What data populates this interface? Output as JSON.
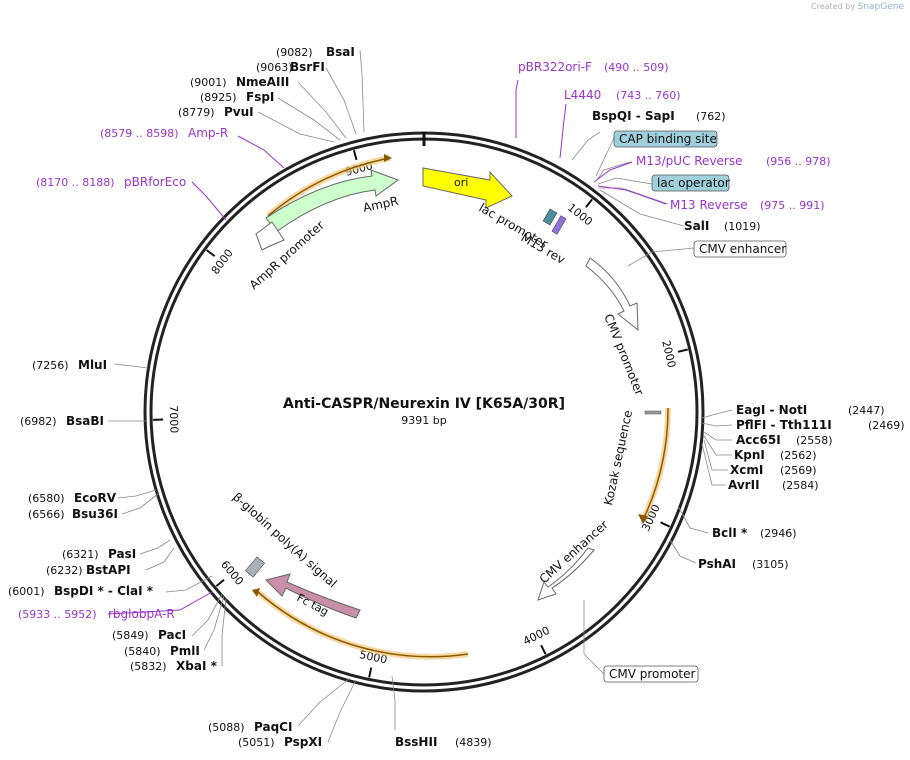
{
  "credit": {
    "prefix": "Created by",
    "brand": "SnapGene"
  },
  "plasmid": {
    "name": "Anti-CASPR/Neurexin IV [K65A/30R]",
    "size_label": "9391 bp",
    "length": 9391
  },
  "ticks": [
    {
      "pos": 1000,
      "label": "1000"
    },
    {
      "pos": 2000,
      "label": "2000"
    },
    {
      "pos": 3000,
      "label": "3000"
    },
    {
      "pos": 4000,
      "label": "4000"
    },
    {
      "pos": 5000,
      "label": "5000"
    },
    {
      "pos": 6000,
      "label": "6000"
    },
    {
      "pos": 7000,
      "label": "7000"
    },
    {
      "pos": 8000,
      "label": "8000"
    },
    {
      "pos": 9000,
      "label": "9000"
    }
  ],
  "features": [
    {
      "name": "ori",
      "label": "ori",
      "color": "#ffff00"
    },
    {
      "name": "AmpR",
      "label": "AmpR",
      "color": "#ccffcc"
    },
    {
      "name": "AmpR promoter",
      "label": "AmpR promoter",
      "color": "#ffffff"
    },
    {
      "name": "lac promoter",
      "label": "lac promoter",
      "color": "#ffffff"
    },
    {
      "name": "M13 rev",
      "label": "M13 rev",
      "color": "#9370db"
    },
    {
      "name": "CMV promoter",
      "label": "CMV promoter",
      "color": "#ffffff"
    },
    {
      "name": "Kozak sequence",
      "label": "Kozak sequence",
      "color": "#999999"
    },
    {
      "name": "CMV enhancer",
      "label": "CMV enhancer",
      "color": "#ffffff"
    },
    {
      "name": "β-globin poly(A) signal",
      "label": "β-globin poly(A) signal",
      "color": "#999999"
    },
    {
      "name": "Fc tag",
      "label": "Fc tag",
      "color": "#c98fa8"
    }
  ],
  "callouts": {
    "sites_right": [
      {
        "pos": "(762)",
        "name": "BspQI",
        "sep": "-",
        "name2": "SapI"
      },
      {
        "name": "SalI",
        "pos": "(1019)"
      },
      {
        "name": "EagI",
        "sep": "-",
        "name2": "NotI",
        "pos": "(2447)"
      },
      {
        "name": "PflFI",
        "sep": "-",
        "name2": "Tth111I",
        "pos": "(2469)"
      },
      {
        "name": "Acc65I",
        "pos": "(2558)"
      },
      {
        "name": "KpnI",
        "pos": "(2562)"
      },
      {
        "name": "XcmI",
        "pos": "(2569)"
      },
      {
        "name": "AvrII",
        "pos": "(2584)"
      },
      {
        "name": "BclI *",
        "pos": "(2946)"
      },
      {
        "name": "PshAI",
        "pos": "(3105)"
      },
      {
        "name": "BssHII",
        "pos": "(4839)"
      }
    ],
    "sites_left": [
      {
        "pos": "(9082)",
        "name": "BsaI"
      },
      {
        "pos": "(9063)",
        "name": "BsrFI"
      },
      {
        "pos": "(9001)",
        "name": "NmeAIII"
      },
      {
        "pos": "(8925)",
        "name": "FspI"
      },
      {
        "pos": "(8779)",
        "name": "PvuI"
      },
      {
        "pos": "(7256)",
        "name": "MluI"
      },
      {
        "pos": "(6982)",
        "name": "BsaBI"
      },
      {
        "pos": "(6580)",
        "name": "EcoRV"
      },
      {
        "pos": "(6566)",
        "name": "Bsu36I"
      },
      {
        "pos": "(6321)",
        "name": "PasI"
      },
      {
        "pos": "(6232)",
        "name": "BstAPI"
      },
      {
        "pos": "(6001)",
        "name": "BspDI *",
        "sep": "-",
        "name2": "ClaI *"
      },
      {
        "pos": "(5849)",
        "name": "PacI"
      },
      {
        "pos": "(5840)",
        "name": "PmlI"
      },
      {
        "pos": "(5832)",
        "name": "XbaI *"
      },
      {
        "pos": "(5088)",
        "name": "PaqCI"
      },
      {
        "pos": "(5051)",
        "name": "PspXI"
      }
    ],
    "primers": [
      {
        "name": "pBR322ori-F",
        "range": "(490 .. 509)"
      },
      {
        "name": "L4440",
        "range": "(743 .. 760)"
      },
      {
        "name": "M13/pUC Reverse",
        "range": "(956 .. 978)"
      },
      {
        "name": "M13 Reverse",
        "range": "(975 .. 991)"
      },
      {
        "name": "Amp-R",
        "range": "(8579 .. 8598)"
      },
      {
        "name": "pBRforEco",
        "range": "(8170 .. 8188)"
      },
      {
        "name": "rbglobpA-R",
        "range": "(5933 .. 5952)"
      }
    ],
    "boxed": [
      {
        "label": "CAP binding site",
        "style": "teal"
      },
      {
        "label": "lac operator",
        "style": "teal"
      },
      {
        "label": "CMV enhancer",
        "style": "plain"
      },
      {
        "label": "CMV promoter",
        "style": "plain"
      }
    ]
  },
  "colors": {
    "primer": "#9933cc",
    "ring": "#222222",
    "orf": "#f5a623",
    "box_teal": "#9fd0dc"
  }
}
